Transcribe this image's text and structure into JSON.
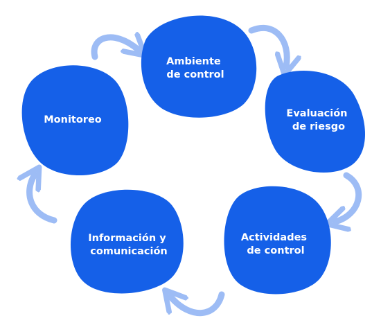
{
  "colors": {
    "blob": "#1560E8",
    "arrow": "#9DBCF5",
    "text": "#FFFFFF",
    "background": "#FFFFFF"
  },
  "nodes": [
    {
      "id": "ambiente",
      "lines": [
        "Ambiente",
        "de control"
      ]
    },
    {
      "id": "evaluacion",
      "lines": [
        "Evaluación",
        "de riesgo"
      ]
    },
    {
      "id": "actividades",
      "lines": [
        "Actividades",
        "de control"
      ]
    },
    {
      "id": "informacion",
      "lines": [
        "Información y",
        "comunicación"
      ]
    },
    {
      "id": "monitoreo",
      "lines": [
        "Monitoreo"
      ]
    }
  ]
}
